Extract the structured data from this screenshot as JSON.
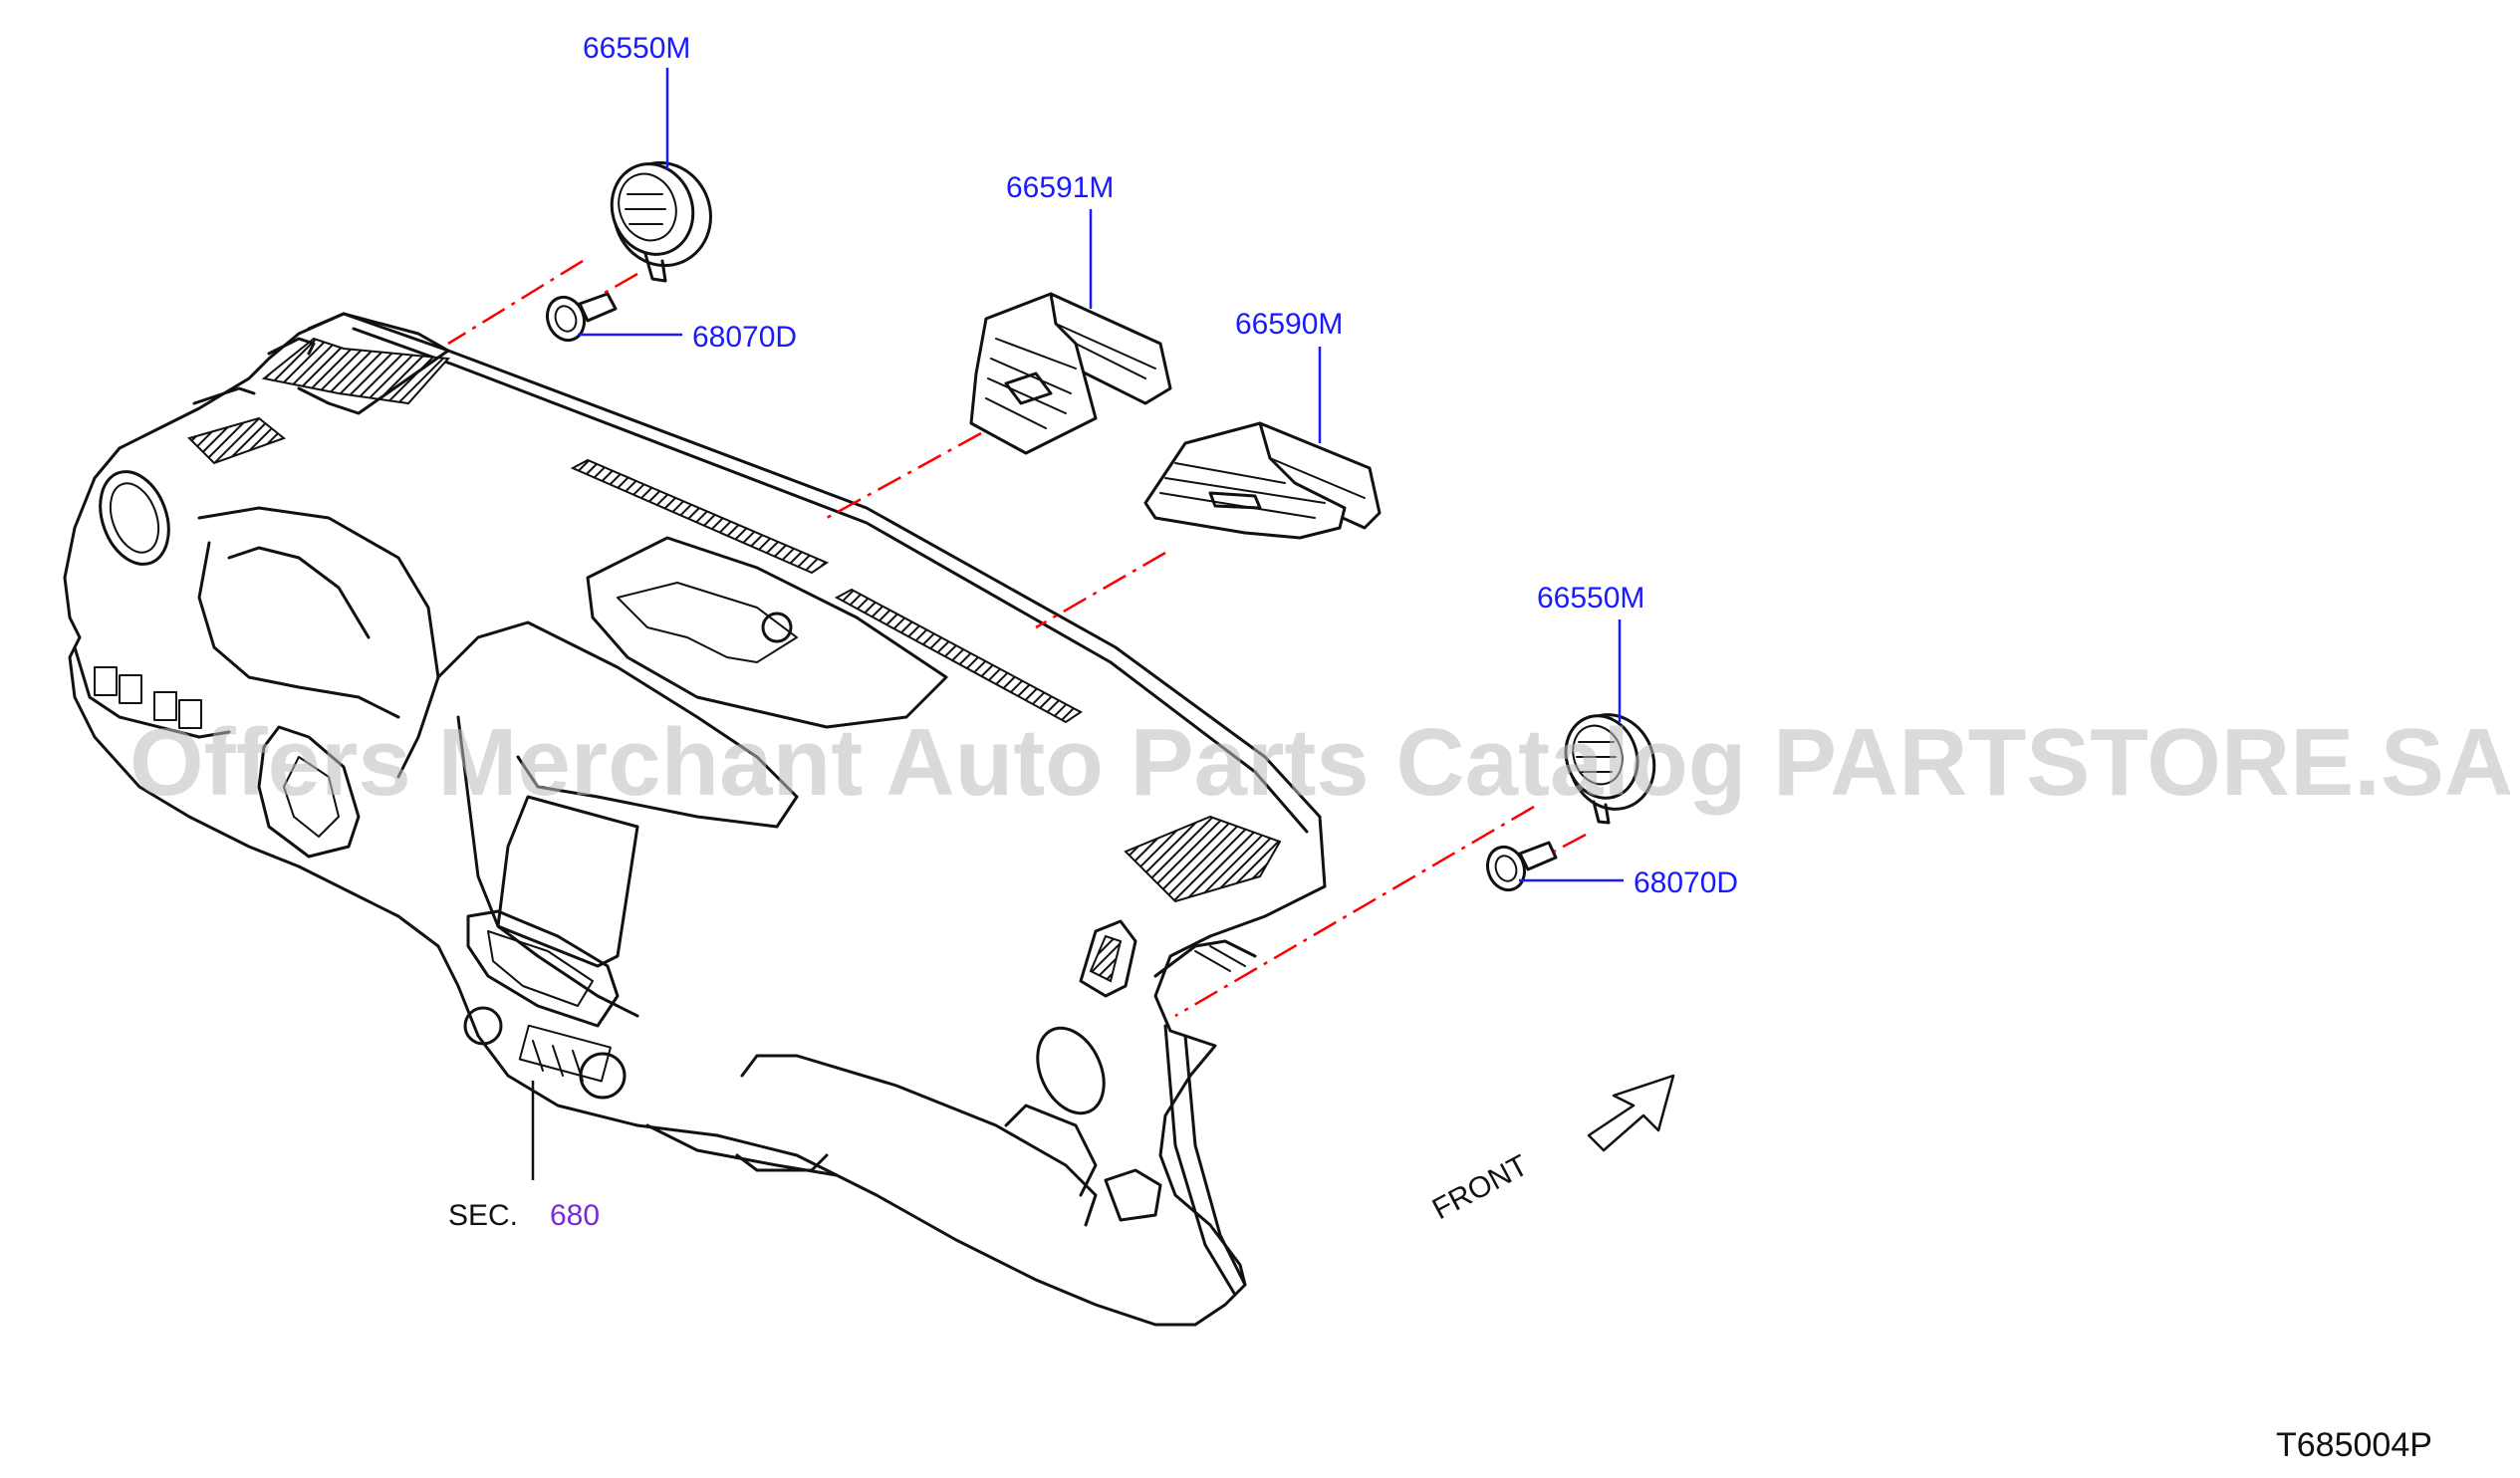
{
  "watermark": "Offers Merchant Auto Parts Catalog PARTSTORE.SA",
  "diagram_code": "T685004P",
  "front_label": "FRONT",
  "sec_prefix": "SEC.",
  "sec_number": "680",
  "callouts": [
    {
      "id": "c1",
      "text": "66550M"
    },
    {
      "id": "c2",
      "text": "68070D"
    },
    {
      "id": "c3",
      "text": "66591M"
    },
    {
      "id": "c4",
      "text": "66590M"
    },
    {
      "id": "c5",
      "text": "66550M"
    },
    {
      "id": "c6",
      "text": "68070D"
    }
  ],
  "colors": {
    "callout": "#1a1aff",
    "sec_link": "#7a2bd8",
    "guide_line": "#ff0000",
    "ink": "#111111"
  }
}
